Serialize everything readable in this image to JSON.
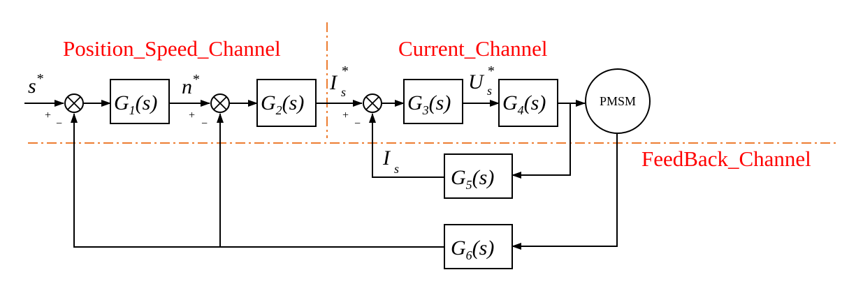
{
  "channels": {
    "position_speed": "Position_Speed_Channel",
    "current": "Current_Channel",
    "feedback": "FeedBack_Channel"
  },
  "signals": {
    "s_ref": {
      "base": "s",
      "sup": "*"
    },
    "n_ref": {
      "base": "n",
      "sup": "*"
    },
    "is_ref": {
      "base": "I",
      "sub": "s",
      "sup": "*"
    },
    "us_ref": {
      "base": "U",
      "sub": "s",
      "sup": "*"
    },
    "is_fb": {
      "base": "I",
      "sub": "s"
    }
  },
  "blocks": {
    "g1": {
      "name": "G",
      "sub": "1",
      "arg": "(s)"
    },
    "g2": {
      "name": "G",
      "sub": "2",
      "arg": "(s)"
    },
    "g3": {
      "name": "G",
      "sub": "3",
      "arg": "(s)"
    },
    "g4": {
      "name": "G",
      "sub": "4",
      "arg": "(s)"
    },
    "g5": {
      "name": "G",
      "sub": "5",
      "arg": "(s)"
    },
    "g6": {
      "name": "G",
      "sub": "6",
      "arg": "(s)"
    }
  },
  "motor": {
    "label": "PMSM"
  },
  "signs": {
    "plus": "+",
    "minus": "−"
  },
  "colors": {
    "channel_label": "#ff0000",
    "divider": "#ed7d31",
    "line": "#000000"
  }
}
